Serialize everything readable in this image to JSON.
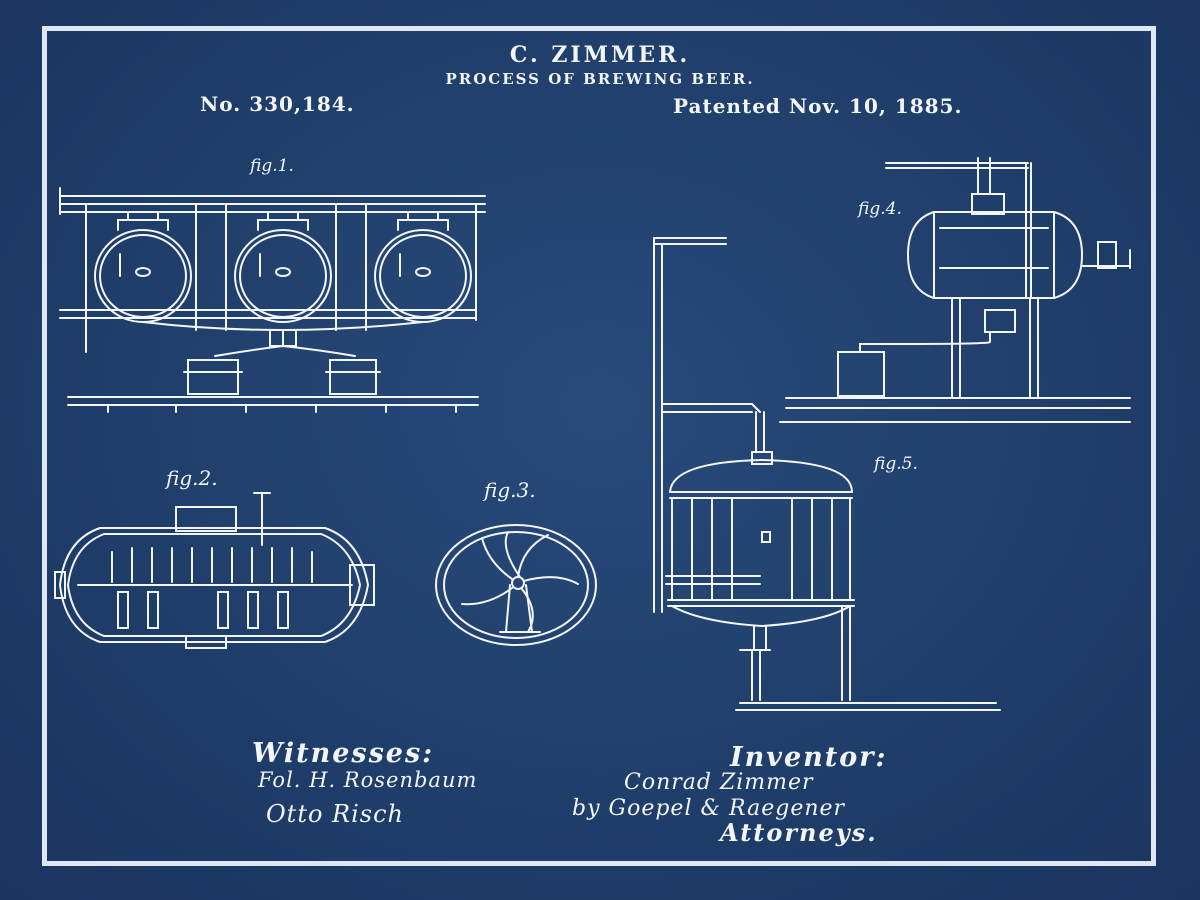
{
  "header": {
    "inventor_name": "C. ZIMMER.",
    "title": "PROCESS OF BREWING BEER.",
    "patent_number": "No. 330,184.",
    "patent_date": "Patented Nov. 10, 1885."
  },
  "figures": {
    "fig1": "fig.1.",
    "fig2": "fig.2.",
    "fig3": "fig.3.",
    "fig4": "fig.4.",
    "fig5": "fig.5."
  },
  "signatures": {
    "witnesses_heading": "Witnesses:",
    "witness_1": "Fol. H. Rosenbaum",
    "witness_2": "Otto Risch",
    "inventor_heading": "Inventor:",
    "inventor_signature": "Conrad Zimmer",
    "attorneys_signature": "by Goepel & Raegener",
    "attorneys_heading": "Attorneys."
  },
  "colors": {
    "background": "#22406c",
    "line": "#f2f5fa",
    "frame": "#dfe7f2"
  }
}
